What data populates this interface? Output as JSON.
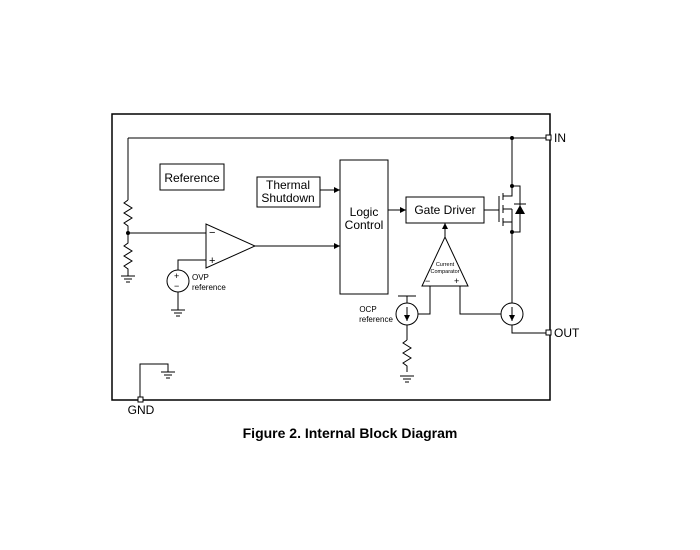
{
  "blocks": {
    "reference": "Reference",
    "thermal_line1": "Thermal",
    "thermal_line2": "Shutdown",
    "logic_line1": "Logic",
    "logic_line2": "Control",
    "gate_driver": "Gate Driver",
    "comparator_line1": "Current",
    "comparator_line2": "Comparator"
  },
  "sources": {
    "ovp_line1": "OVP",
    "ovp_line2": "reference",
    "ocp_line1": "OCP",
    "ocp_line2": "reference"
  },
  "pins": {
    "in": "IN",
    "out": "OUT",
    "gnd": "GND"
  },
  "symbols": {
    "minus": "−",
    "plus": "+"
  },
  "caption": "Figure 2. Internal Block Diagram"
}
